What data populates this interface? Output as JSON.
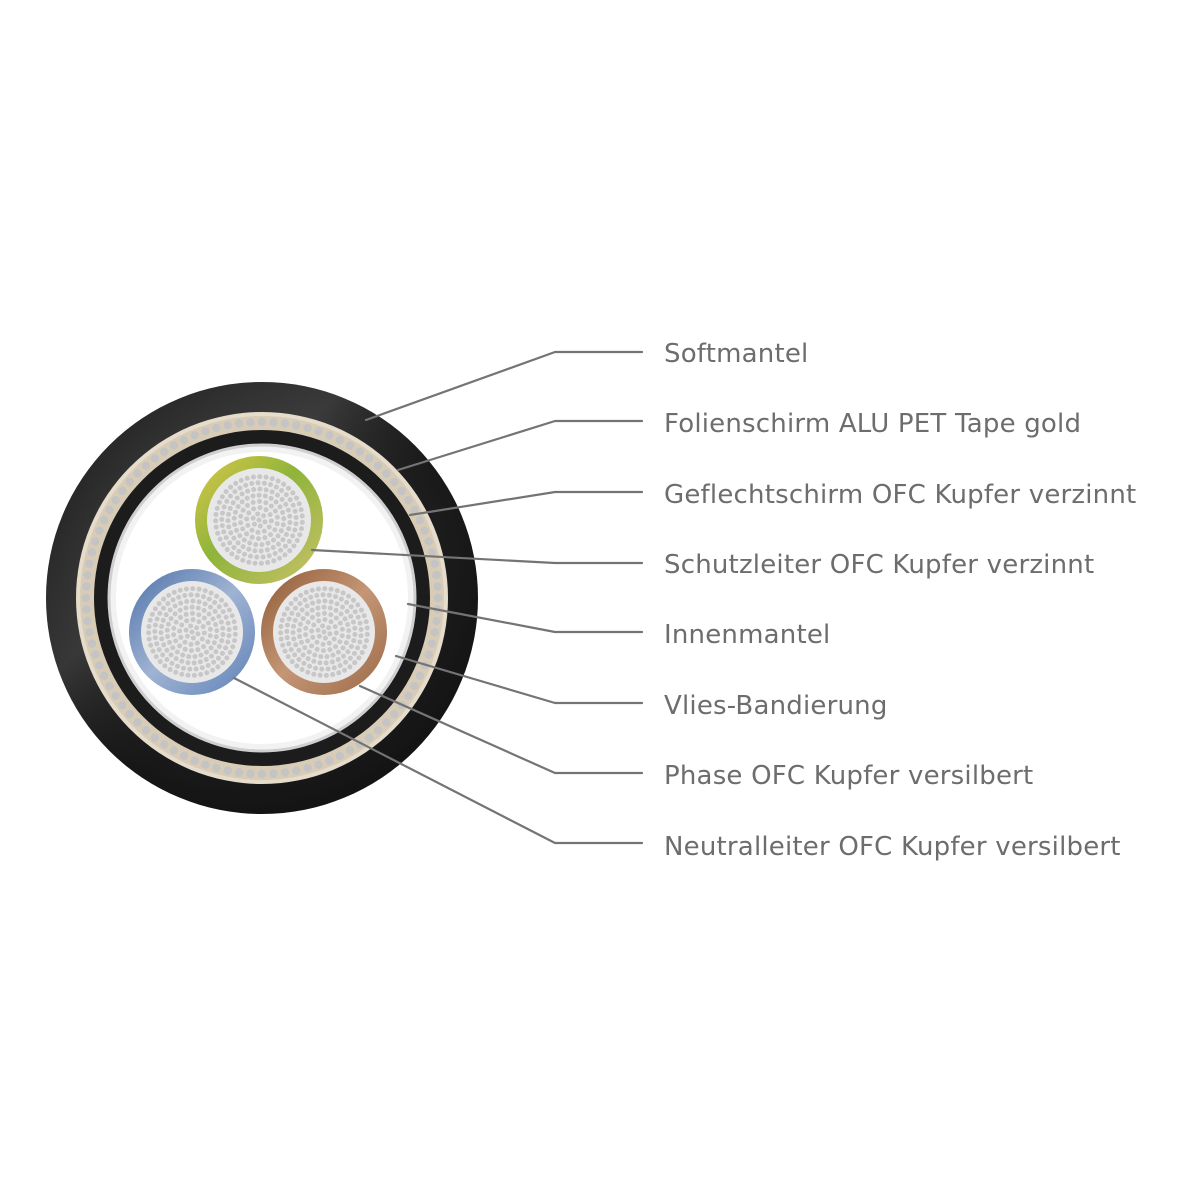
{
  "labels": [
    "Softmantel",
    "Folienschirm ALU PET Tape gold",
    "Geflechtschirm OFC Kupfer verzinnt",
    "Schutzleiter OFC Kupfer verzinnt",
    "Innenmantel",
    "Vlies-Bandierung",
    "Phase OFC Kupfer versilbert",
    "Neutralleiter OFC Kupfer versilbert"
  ],
  "colors": {
    "outer_jacket": "#232323",
    "foil_shield": "#e6dccb",
    "braid_dot": "#c4c4c4",
    "inner_jacket": "#1c1c1c",
    "fleece_tape": "#f4f4f4",
    "ground_conductor": "#8fb43a",
    "ground_conductor_accent": "#d9c84a",
    "phase_conductor": "#a8754d",
    "neutral_conductor": "#5f82b8",
    "strand": "#c7c7c7",
    "leader_line": "#747474",
    "label_text": "#6d6d6d"
  }
}
